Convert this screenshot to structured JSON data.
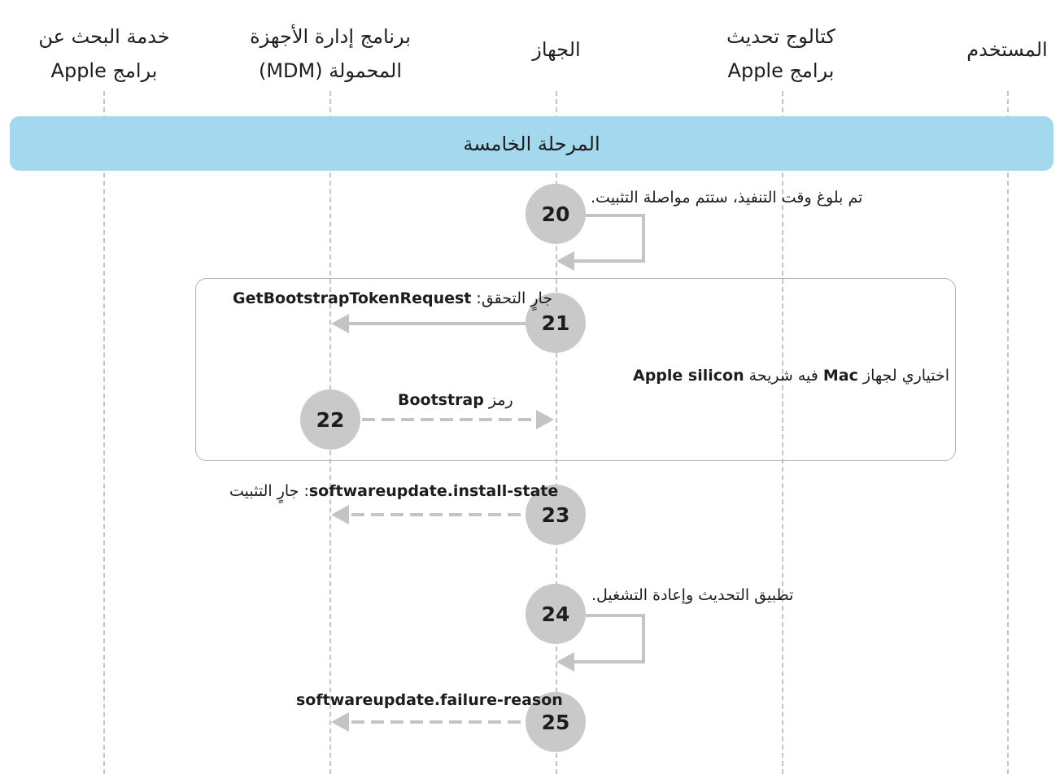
{
  "lanes": {
    "search": {
      "line1": "خدمة البحث عن",
      "line2": "برامج Apple"
    },
    "mdm": {
      "line1": "برنامج إدارة الأجهزة",
      "line2": "المحمولة (MDM)"
    },
    "device": {
      "line1": "الجهاز"
    },
    "catalog": {
      "line1": "كتالوج تحديث",
      "line2": "برامج Apple"
    },
    "user": {
      "line1": "المستخدم"
    }
  },
  "phase": {
    "label": "المرحلة الخامسة"
  },
  "optional": {
    "label_prefix": "اختياري لجهاز ",
    "label_mac": "Mac",
    "label_mid": " فيه شريحة ",
    "label_chip": "Apple silicon"
  },
  "steps": [
    {
      "num": "20",
      "text": "تم بلوغ وقت التنفيذ، ستتم مواصلة التثبيت."
    },
    {
      "num": "21",
      "prefix": "جارٍ التحقق: ",
      "code": "GetBootstrapTokenRequest"
    },
    {
      "num": "22",
      "prefix": "رمز ",
      "code": "Bootstrap"
    },
    {
      "num": "23",
      "code": "softwareupdate.install-state",
      "suffix": ": جارٍ التثبيت"
    },
    {
      "num": "24",
      "text": "تطبيق التحديث وإعادة التشغيل."
    },
    {
      "num": "25",
      "code": "softwareupdate.failure-reason"
    }
  ],
  "colors": {
    "phase": "#a4d8ee",
    "circle": "#c9c9c9",
    "arrow": "#c4c4c6",
    "lifeline": "#c4c4c6"
  }
}
